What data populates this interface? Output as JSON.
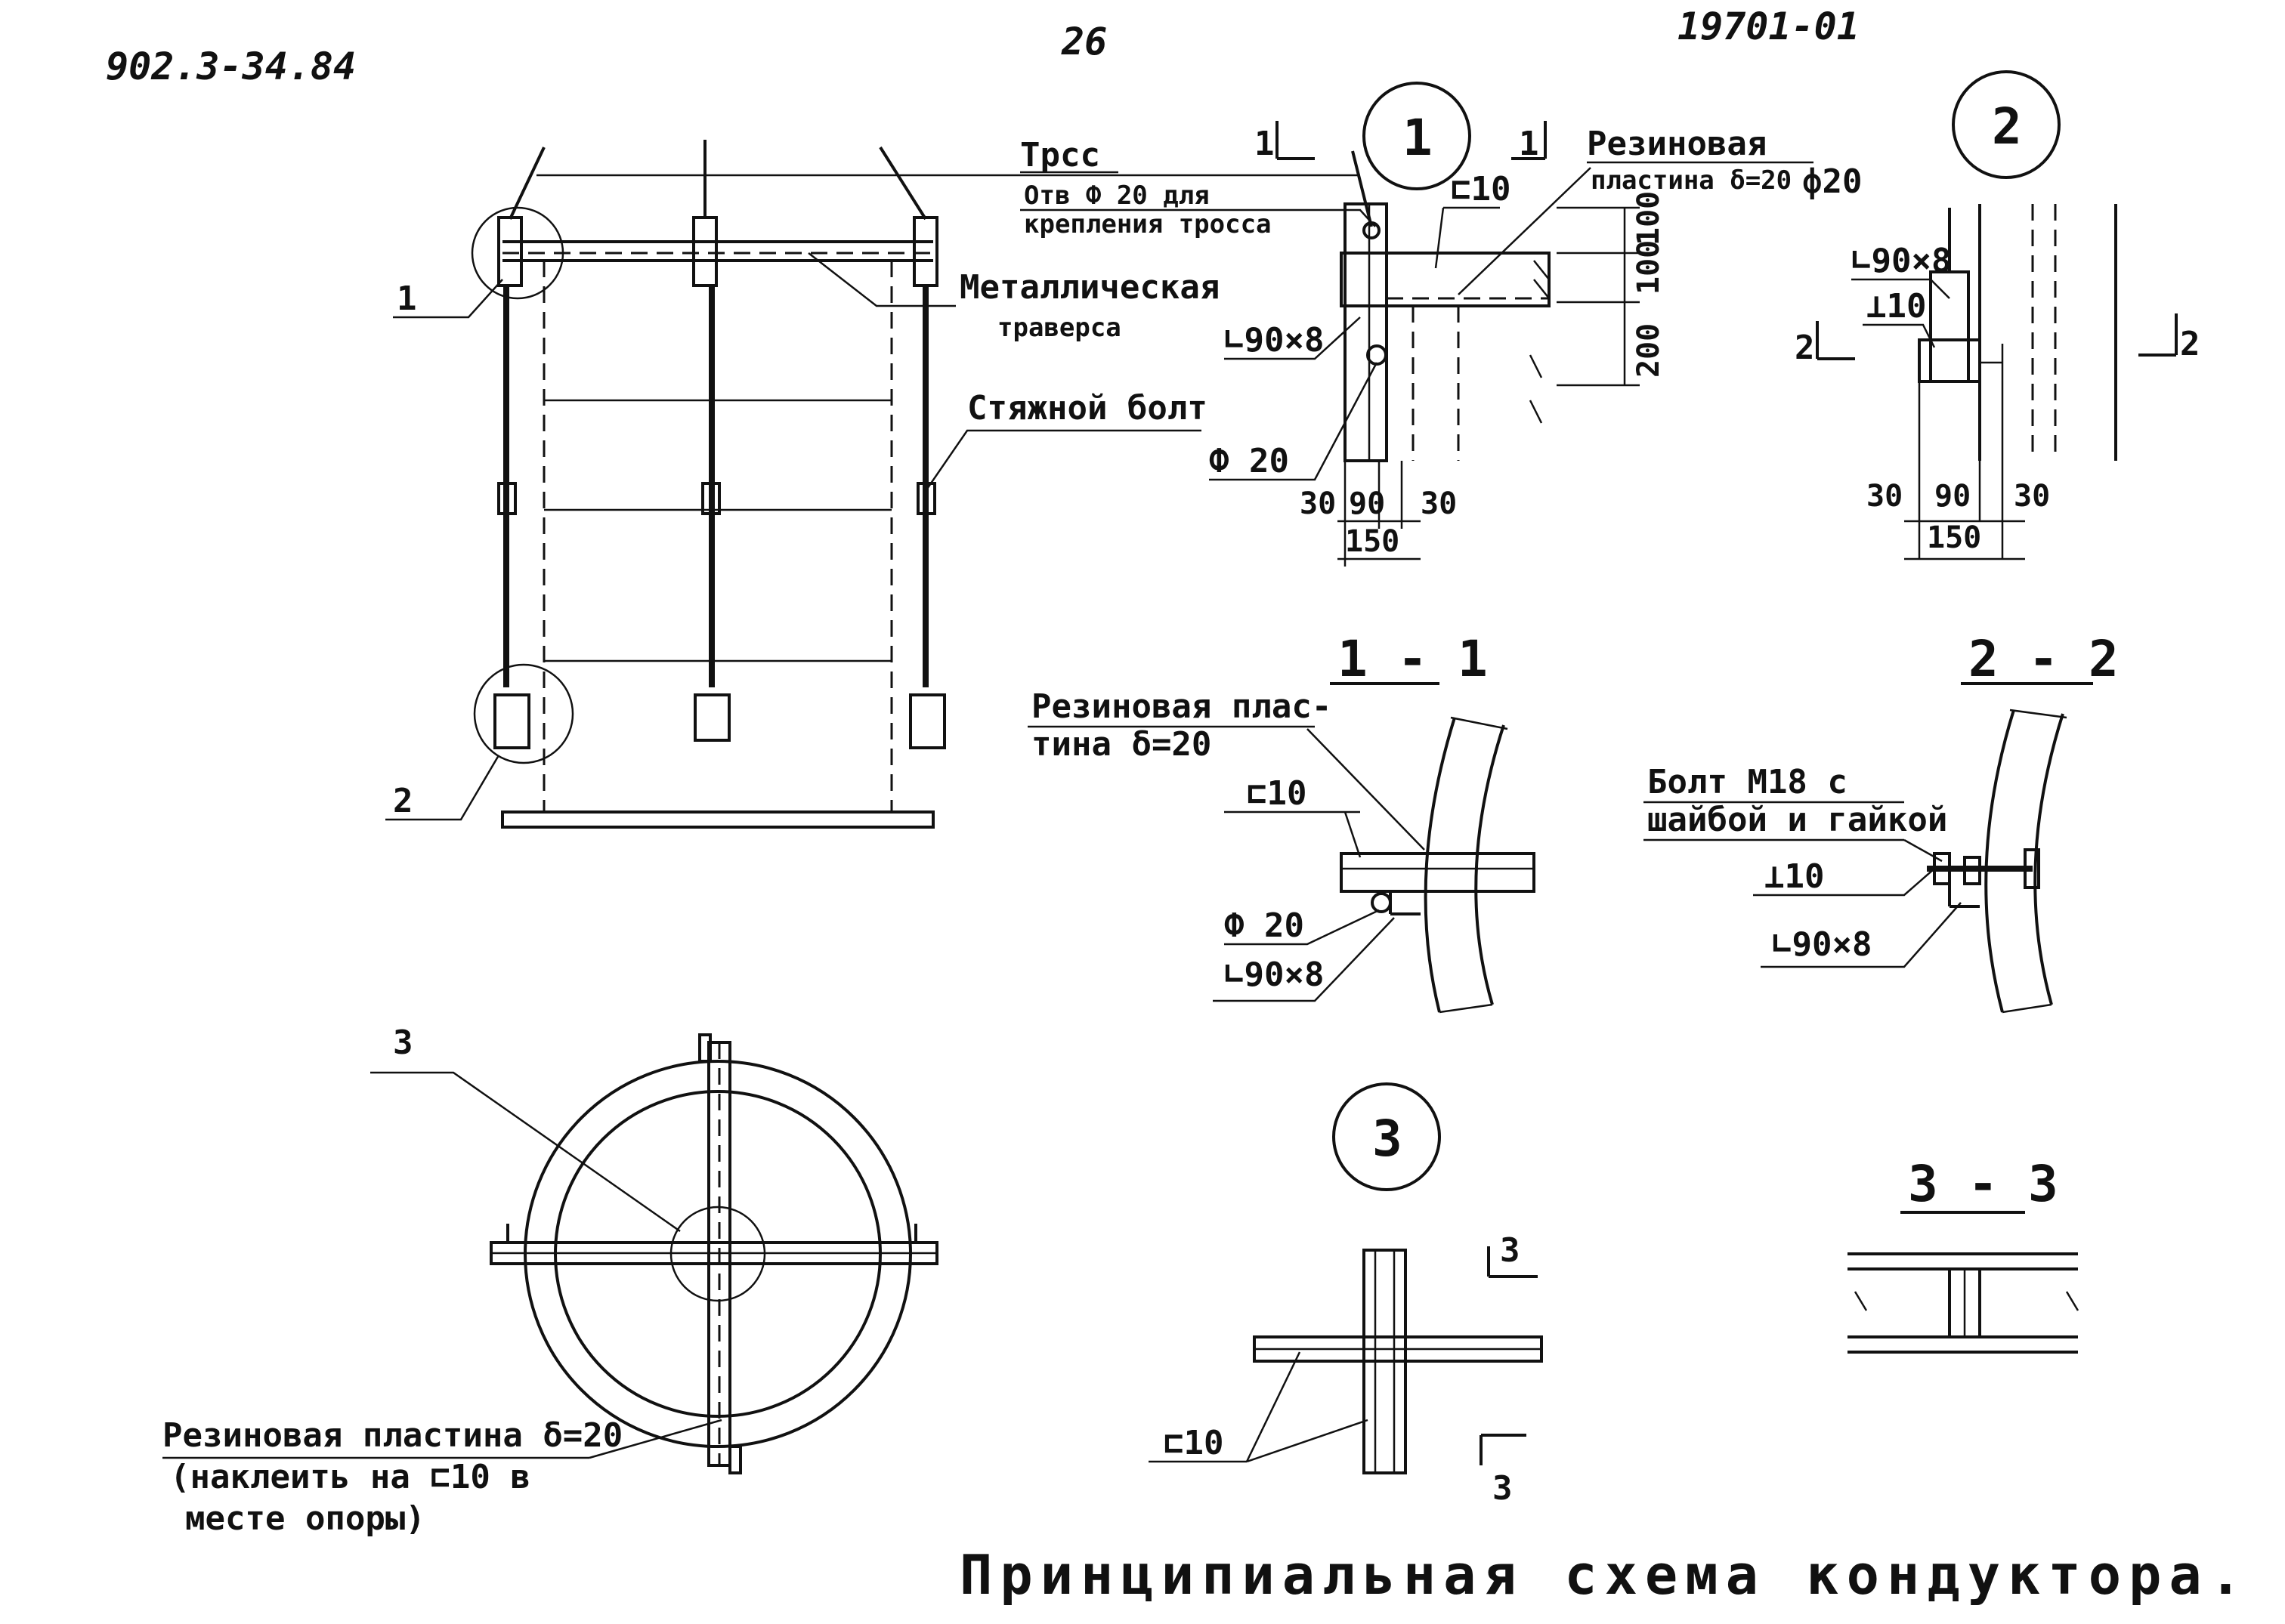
{
  "header": {
    "doc_code": "902.3-34.84",
    "page_number": "26",
    "sheet_code": "19701-01"
  },
  "main_view": {
    "callout_1": "1",
    "callout_2": "2",
    "label_cable": "Трсс",
    "label_hole_line1": "Отв Ф 20 для",
    "label_hole_line2": "крепления тросса",
    "label_traverse_line1": "Металлическая",
    "label_traverse_line2": "траверса",
    "label_bolt": "Стяжной болт"
  },
  "detail_1": {
    "marker": "1",
    "section_mark_left": "1",
    "section_mark_right": "1",
    "label_rubber_line1": "Резиновая",
    "label_rubber_line2": "пластина δ=20",
    "label_phi20_top": "ф20",
    "label_channel": "⊏10",
    "label_angle": "∟90×8",
    "label_phi20": "Ф 20",
    "dim_100a": "100",
    "dim_100b": "100",
    "dim_200": "200",
    "dim_30a": "30",
    "dim_90": "90",
    "dim_30b": "30",
    "dim_150": "150"
  },
  "detail_2": {
    "marker": "2",
    "label_angle": "∟90×8",
    "label_plate": "⊥10",
    "section_mark_left": "2",
    "section_mark_right": "2",
    "dim_30a": "30",
    "dim_90": "90",
    "dim_30b": "30",
    "dim_150": "150"
  },
  "section_1_1": {
    "title": "1 - 1",
    "label_rubber_line1": "Резиновая плас-",
    "label_rubber_line2": "тина δ=20",
    "label_channel": "⊏10",
    "label_phi20": "Ф 20",
    "label_angle": "∟90×8"
  },
  "section_2_2": {
    "title": "2 - 2",
    "label_bolt_line1": "Болт М18 с",
    "label_bolt_line2": "шайбой и гайкой",
    "label_plate": "⊥10",
    "label_angle": "∟90×8"
  },
  "plan_view": {
    "callout_3": "3",
    "label_rubber_line1": "Резиновая пластина δ=20",
    "label_rubber_line2": "(наклеить на ⊏10 в",
    "label_rubber_line3": "месте опоры)"
  },
  "detail_3": {
    "marker": "3",
    "section_mark_top": "3",
    "section_mark_bottom": "3",
    "label_channel": "⊏10"
  },
  "section_3_3": {
    "title": "3 - 3"
  },
  "drawing_title": "Принципиальная схема кондуктора."
}
